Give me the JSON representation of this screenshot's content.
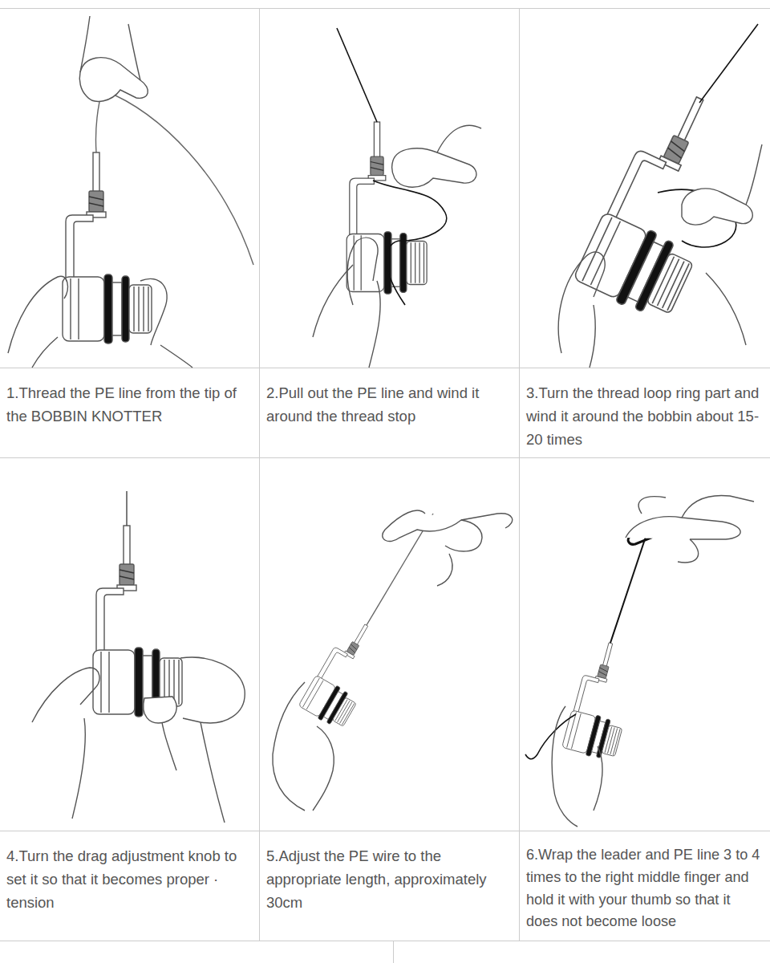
{
  "diagram": {
    "nodes": [
      {
        "text": [
          "1.Thread the PE line from the tip of the BOBBIN KNOTTER"
        ]
      },
      {
        "text": [
          "2.Pull out the PE line and wind it around the thread stop"
        ]
      },
      {
        "text": [
          "3.Turn the thread loop ring part and wind it around the bobbin about 15-20 times"
        ]
      },
      {
        "text": [
          "4.Turn the drag adjustment knob to set it so that it becomes proper · tension"
        ]
      },
      {
        "text": [
          "5.Adjust the PE wire to the appropriate length, approximately 30cm"
        ]
      },
      {
        "text": [
          "6.Wrap the leader and PE line 3 to 4 times to the right middle finger and hold it with your thumb so that it does not become loose"
        ]
      }
    ]
  }
}
